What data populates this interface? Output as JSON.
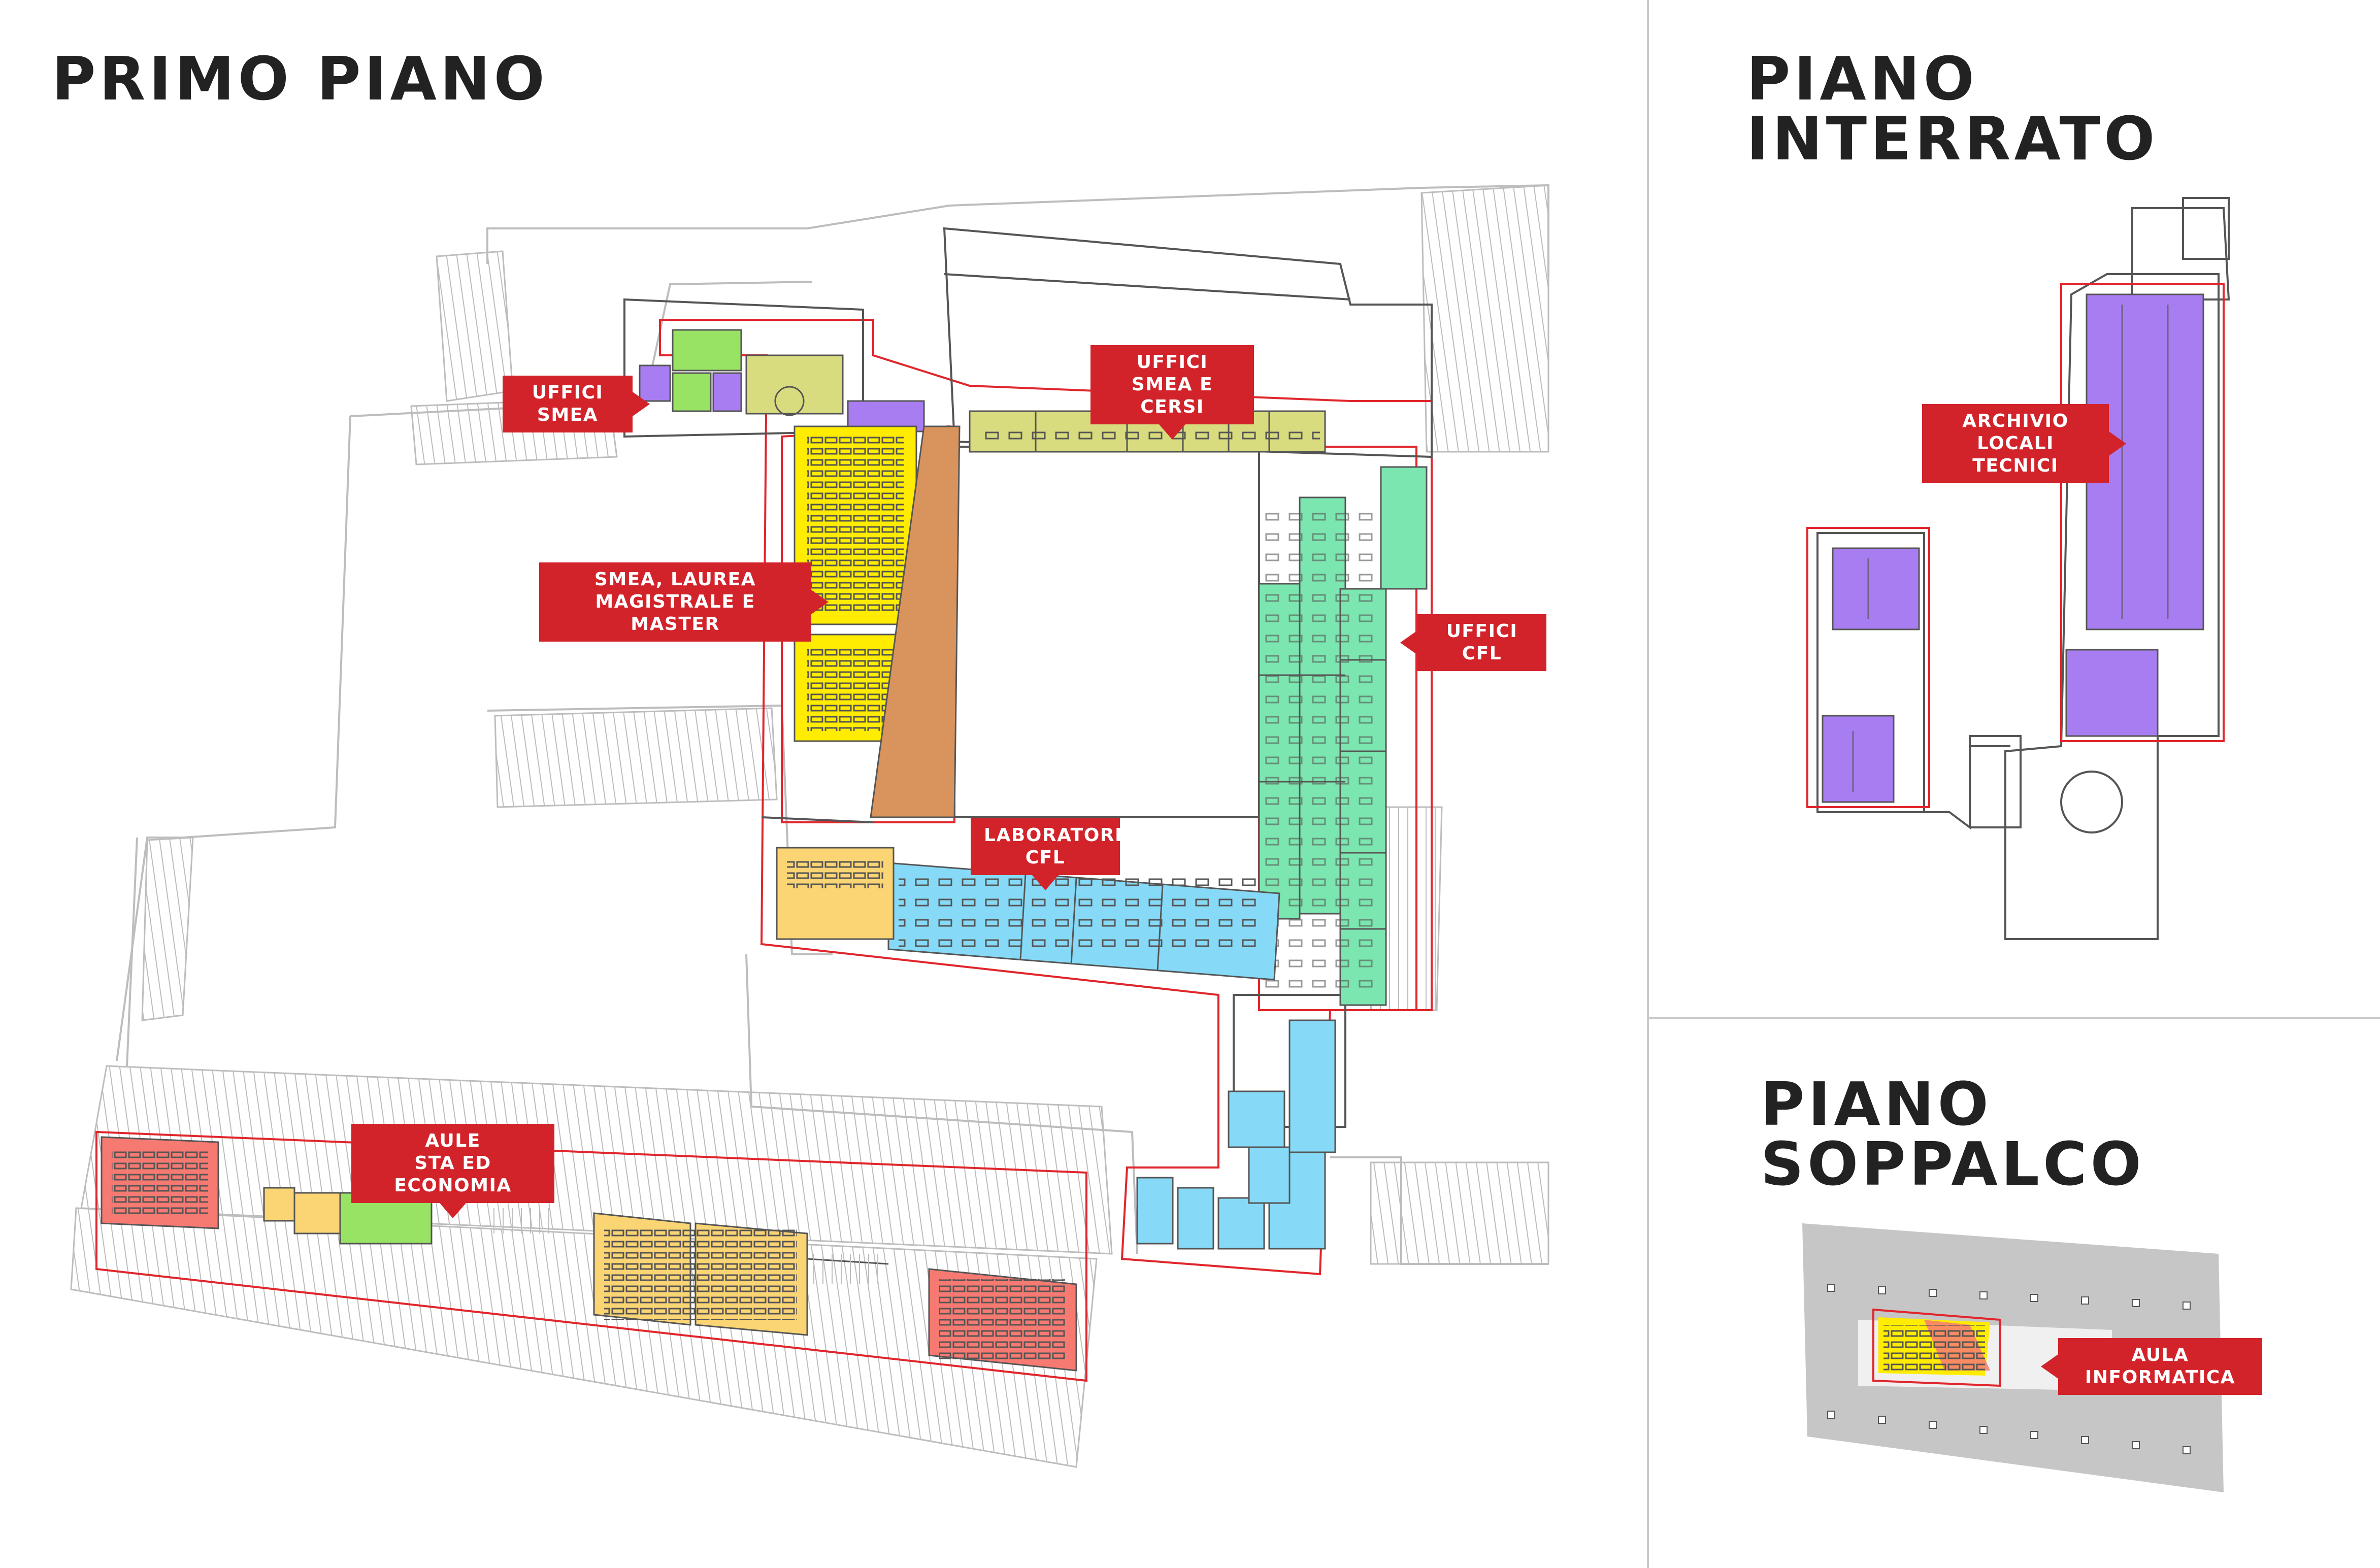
{
  "titles": {
    "primo_piano": "PRIMO PIANO",
    "piano_interrato": "PIANO INTERRATO",
    "piano_soppalco": "PIANO SOPPALCO"
  },
  "labels": {
    "uffici_smea": "UFFICI SMEA",
    "uffici_smea_cersi": "UFFICI\nSMEA E CERSI",
    "smea_laurea": "SMEA, LAUREA\nMAGISTRALE E MASTER",
    "uffici_cfl": "UFFICI CFL",
    "laboratori_cfl": "LABORATORI\nCFL",
    "aule_sta": "AULE\nSTA ED ECONOMIA",
    "archivio": "ARCHIVIO\nLOCALI TECNICI",
    "aula_informatica": "AULA INFORMATICA"
  },
  "colors": {
    "label_red": "#d2232a",
    "outline_red": "#e0262c",
    "yellow": "#ffec00",
    "brown": "#d9935c",
    "olive": "#d8dc7e",
    "light_green": "#98e363",
    "lime": "#b6e85e",
    "mint": "#7ce6b0",
    "light_blue": "#86daf8",
    "orange_yellow": "#fbd474",
    "salmon": "#f77a72",
    "purple": "#a97df2",
    "line_gray": "#bdbdbd",
    "wall": "#555555"
  }
}
